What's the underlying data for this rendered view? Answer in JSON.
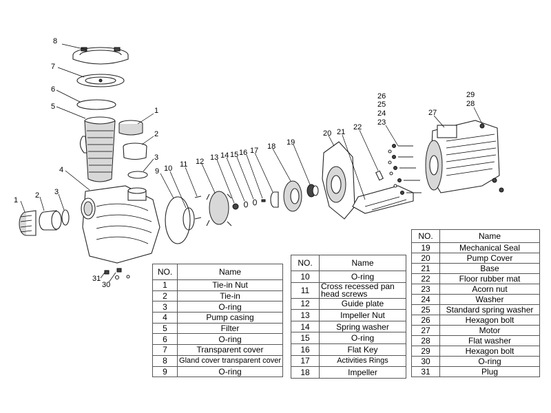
{
  "callouts": [
    "1",
    "2",
    "3",
    "4",
    "5",
    "6",
    "7",
    "8",
    "9",
    "10",
    "11",
    "12",
    "13",
    "14",
    "15",
    "16",
    "17",
    "18",
    "19",
    "20",
    "21",
    "22",
    "23",
    "24",
    "25",
    "26",
    "27",
    "28",
    "29",
    "30",
    "31",
    "1",
    "2",
    "3"
  ],
  "tables": [
    {
      "header": {
        "no": "NO.",
        "name": "Name"
      },
      "rows": [
        {
          "no": "1",
          "name": "Tie-in Nut"
        },
        {
          "no": "2",
          "name": "Tie-in"
        },
        {
          "no": "3",
          "name": "O-ring"
        },
        {
          "no": "4",
          "name": "Pump casing"
        },
        {
          "no": "5",
          "name": "Filter"
        },
        {
          "no": "6",
          "name": "O-ring"
        },
        {
          "no": "7",
          "name": "Transparent cover"
        },
        {
          "no": "8",
          "name": "Gland cover transparent cover"
        },
        {
          "no": "9",
          "name": "O-ring"
        }
      ]
    },
    {
      "header": {
        "no": "NO.",
        "name": "Name"
      },
      "rows": [
        {
          "no": "10",
          "name": "O-ring"
        },
        {
          "no": "11",
          "name": "Cross recessed pan head screws"
        },
        {
          "no": "12",
          "name": "Guide plate"
        },
        {
          "no": "13",
          "name": "Impeller Nut"
        },
        {
          "no": "14",
          "name": "Spring washer"
        },
        {
          "no": "15",
          "name": "O-ring"
        },
        {
          "no": "16",
          "name": "Flat Key"
        },
        {
          "no": "17",
          "name": "Activities Rings"
        },
        {
          "no": "18",
          "name": "Impeller"
        }
      ]
    },
    {
      "header": {
        "no": "NO.",
        "name": "Name"
      },
      "rows": [
        {
          "no": "19",
          "name": "Mechanical  Seal"
        },
        {
          "no": "20",
          "name": "Pump Cover"
        },
        {
          "no": "21",
          "name": "Base"
        },
        {
          "no": "22",
          "name": "Floor rubber mat"
        },
        {
          "no": "23",
          "name": "Acorn nut"
        },
        {
          "no": "24",
          "name": "Washer"
        },
        {
          "no": "25",
          "name": "Standard spring washer"
        },
        {
          "no": "26",
          "name": "Hexagon bolt"
        },
        {
          "no": "27",
          "name": "Motor"
        },
        {
          "no": "28",
          "name": "Flat washer"
        },
        {
          "no": "29",
          "name": "Hexagon bolt"
        },
        {
          "no": "30",
          "name": "O-ring"
        },
        {
          "no": "31",
          "name": "Plug"
        }
      ]
    }
  ]
}
